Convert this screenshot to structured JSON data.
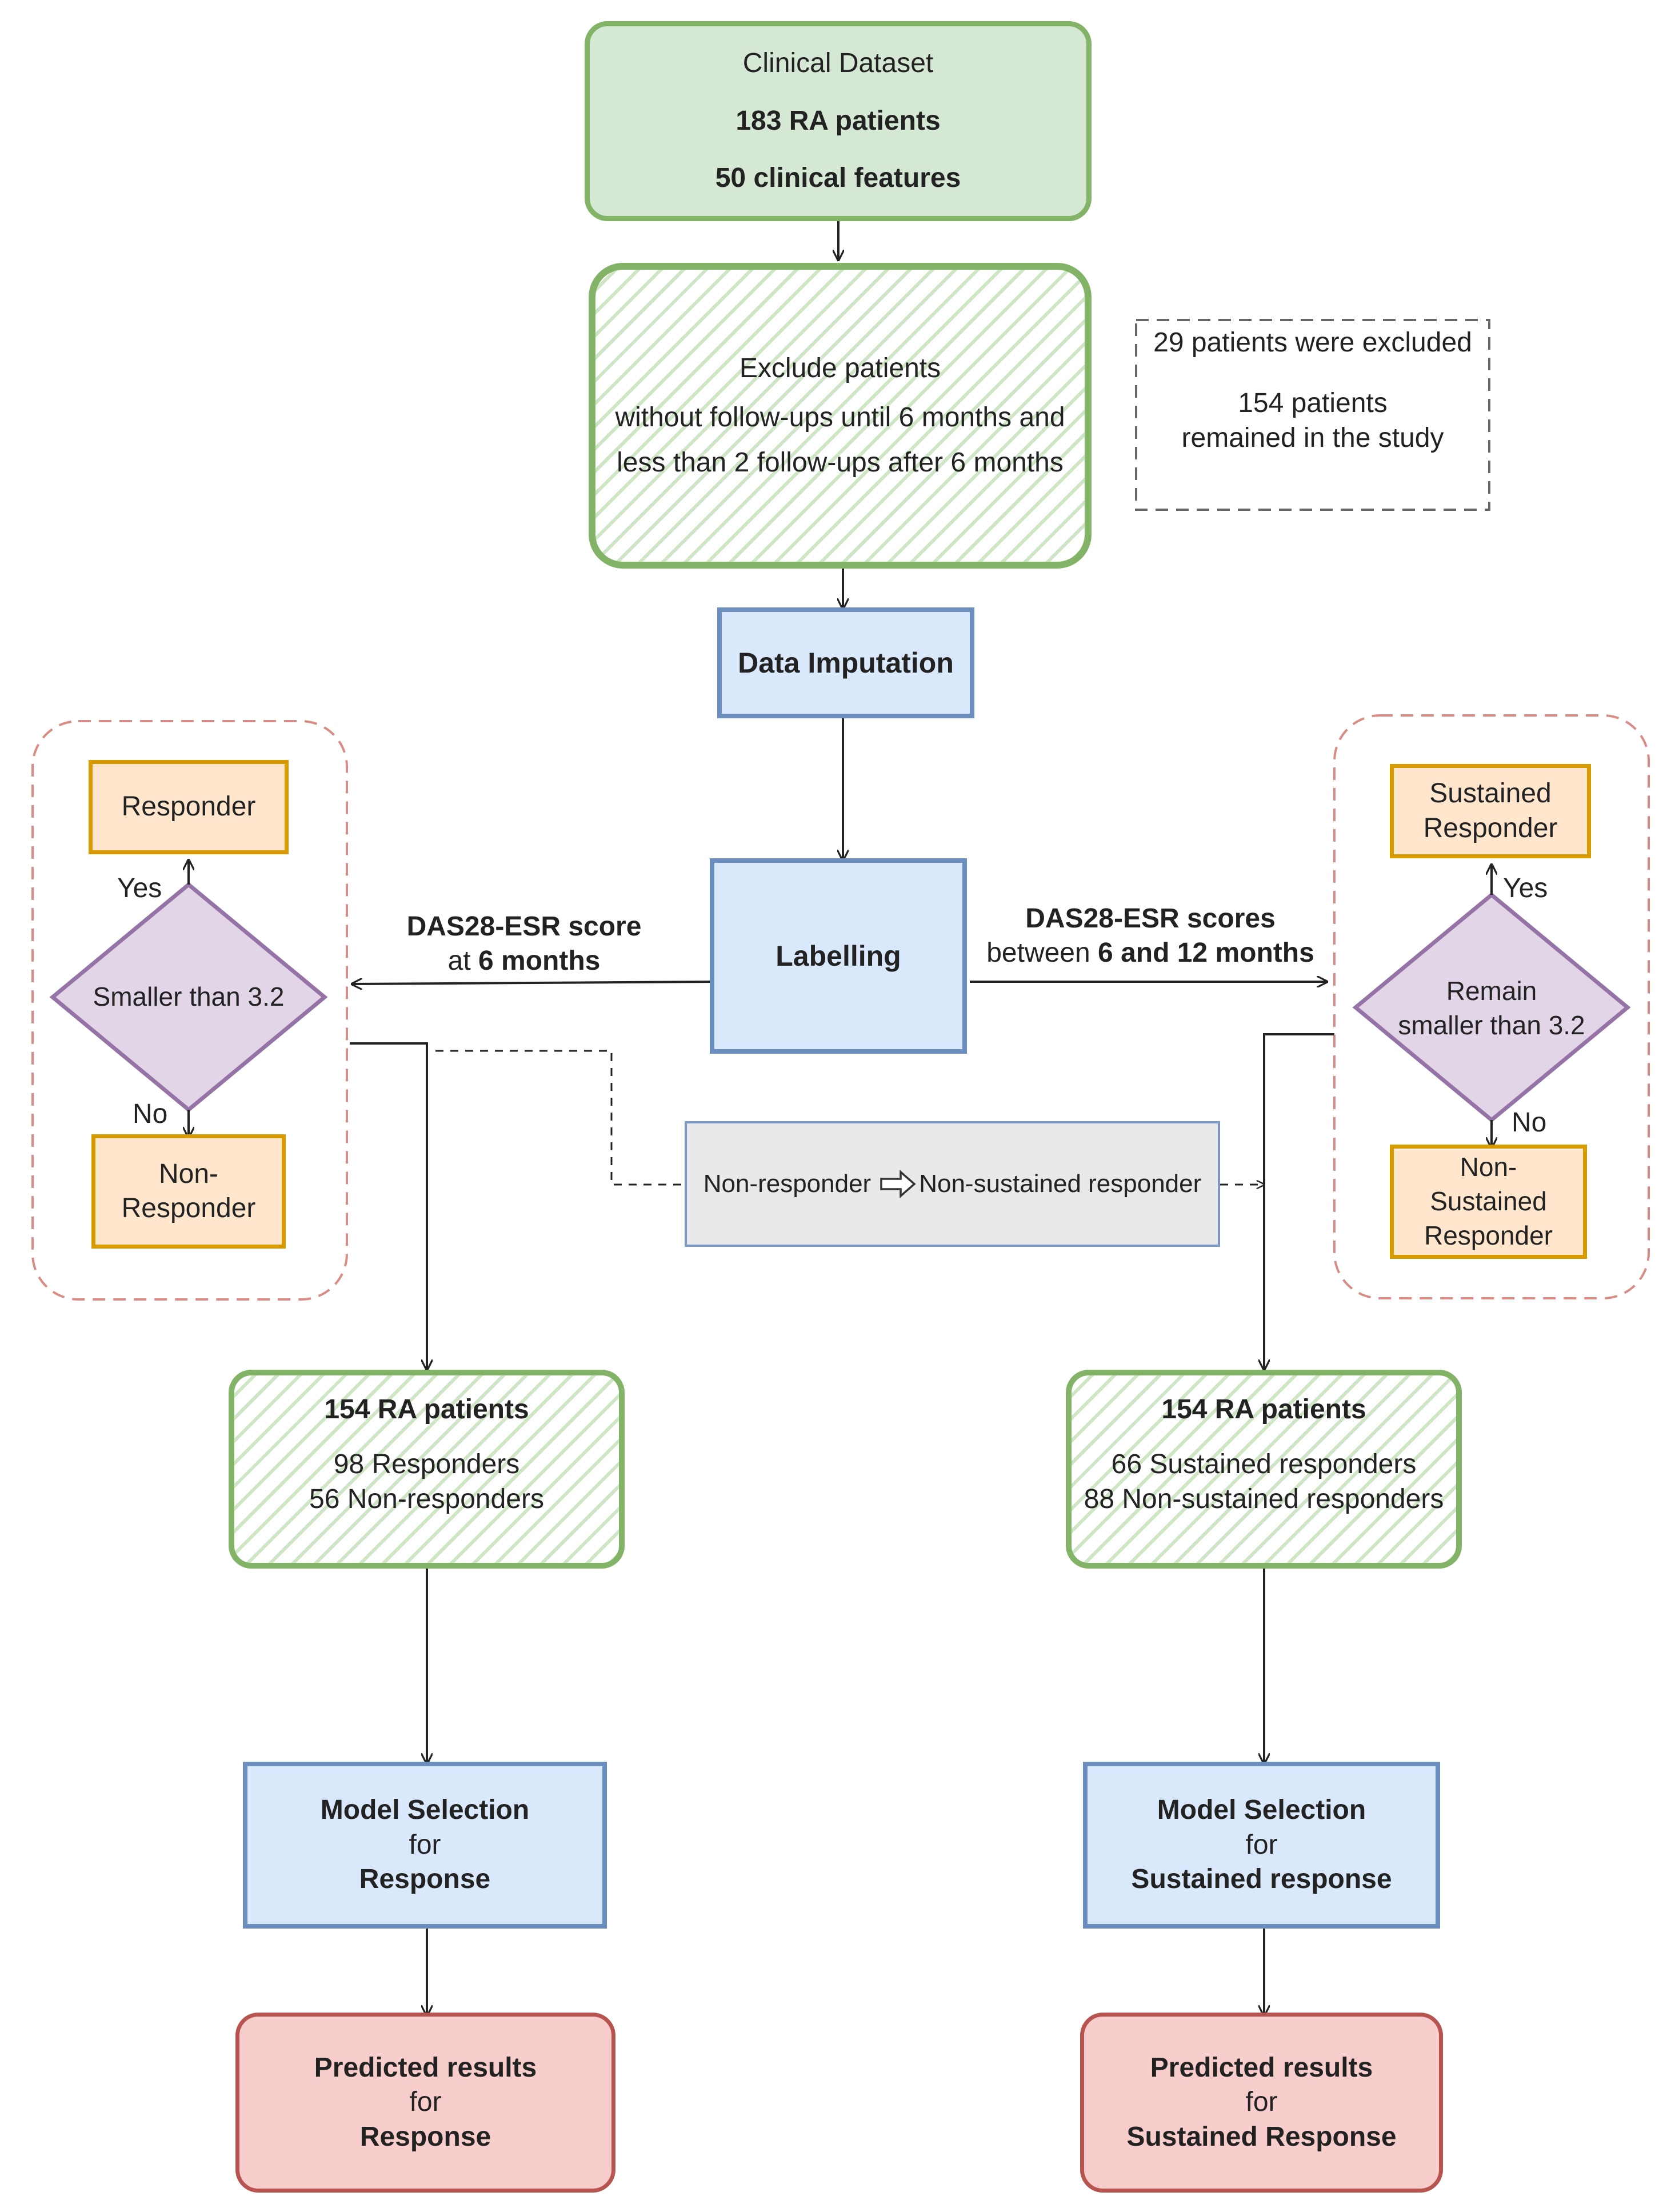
{
  "clinical_dataset": {
    "title": "Clinical Dataset",
    "patients": "183 RA patients",
    "features": "50 clinical features"
  },
  "exclude": {
    "line1": "Exclude patients",
    "line2": "without follow-ups until 6 months and",
    "line3": "less than 2 follow-ups after 6 months"
  },
  "excluded_note": {
    "line1": "29 patients were excluded",
    "line2": "154 patients",
    "line3": "remained in the study"
  },
  "data_imputation": "Data Imputation",
  "labelling": "Labelling",
  "left_branch": {
    "edge_label_bold": "DAS28-ESR score",
    "edge_label_pre": "at ",
    "edge_label_bold2": "6 months",
    "decision": "Smaller than 3.2",
    "yes": "Yes",
    "no": "No",
    "responder": "Responder",
    "non_responder_1": "Non-",
    "non_responder_2": "Responder"
  },
  "right_branch": {
    "edge_label_bold": "DAS28-ESR scores",
    "edge_label_pre": "between ",
    "edge_label_bold2": "6 and 12 months",
    "decision_1": "Remain",
    "decision_2": "smaller than 3.2",
    "yes": "Yes",
    "no": "No",
    "sustained_1": "Sustained",
    "sustained_2": "Responder",
    "non_sustained_1": "Non-",
    "non_sustained_2": "Sustained",
    "non_sustained_3": "Responder"
  },
  "transfer": {
    "from": "Non-responder",
    "to": "Non-sustained responder"
  },
  "left_result": {
    "title": "154 RA patients",
    "line1": "98 Responders",
    "line2": "56 Non-responders"
  },
  "right_result": {
    "title": "154 RA patients",
    "line1": "66 Sustained responders",
    "line2": "88 Non-sustained responders"
  },
  "left_model": {
    "line1": "Model Selection",
    "line2": "for",
    "line3": "Response"
  },
  "right_model": {
    "line1": "Model Selection",
    "line2": "for",
    "line3": "Sustained response"
  },
  "left_predicted": {
    "line1": "Predicted results",
    "line2": "for",
    "line3": "Response"
  },
  "right_predicted": {
    "line1": "Predicted results",
    "line2": "for",
    "line3": "Sustained Response"
  },
  "colors": {
    "green_fill": "#d5e8d4",
    "green_stroke": "#82b366",
    "blue_fill": "#dae8fc",
    "blue_stroke": "#6c8ebf",
    "orange_fill": "#ffe6cc",
    "orange_stroke": "#d79b00",
    "purple_fill": "#e1d5e7",
    "purple_stroke": "#9673a6",
    "red_fill": "#f8cecc",
    "red_stroke": "#b85450",
    "group_dash": "#d98b85"
  }
}
